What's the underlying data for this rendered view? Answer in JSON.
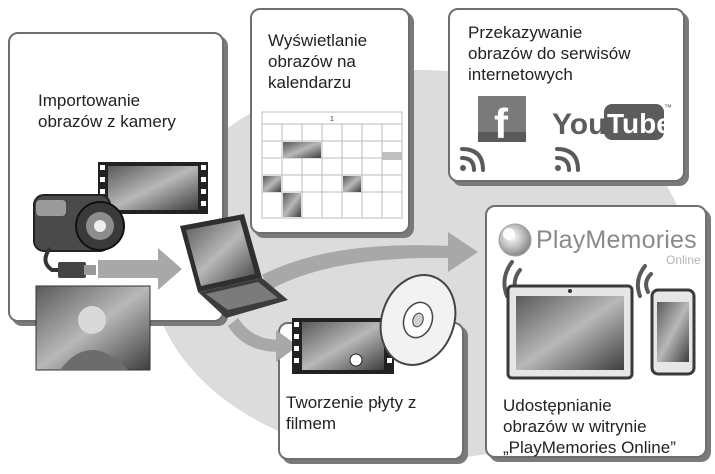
{
  "panels": {
    "import": {
      "label": "Importowanie\nobrazów z kamery"
    },
    "calendar": {
      "label": "Wyświetlanie\nobrazów na\nkalendarzu",
      "calendar_header": "1"
    },
    "upload": {
      "label": "Przekazywanie\nobrazów do serwisów\ninternetowych"
    },
    "disc": {
      "label": "Tworzenie płyty z\nfilmem"
    },
    "share": {
      "label": "Udostępnianie\nobrazów w witrynie\n„PlayMemories Online”"
    }
  },
  "logos": {
    "facebook": "f",
    "youtube_you": "You",
    "youtube_tube": "Tube",
    "youtube_tm": "™",
    "playmemories": "PlayMemories",
    "playmemories_sub": "Online"
  },
  "colors": {
    "panel_border": "#6f6f6f",
    "background_ellipse": "#dcdcdc",
    "arrow": "#a8a8a8"
  }
}
